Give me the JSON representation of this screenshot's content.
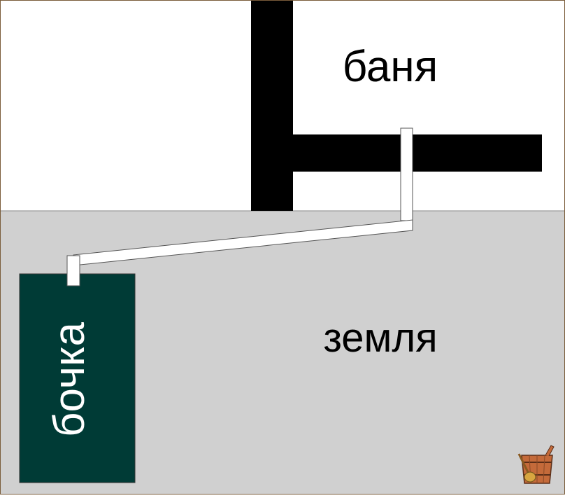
{
  "labels": {
    "bathhouse": "баня",
    "ground": "земля",
    "barrel": "бочка"
  },
  "colors": {
    "sky": "#ffffff",
    "ground": "#d0d0d0",
    "frame": "#7a5c3a",
    "wall": "#000000",
    "barrel": "#003b36",
    "pipe": "#ffffff",
    "pipe_outline": "#555555",
    "barrel_text": "#ffffff",
    "label_text": "#000000",
    "bucket": "#c46a3a",
    "ladle": "#d8a640"
  },
  "icons": {
    "corner": "sauna-bucket-icon"
  }
}
